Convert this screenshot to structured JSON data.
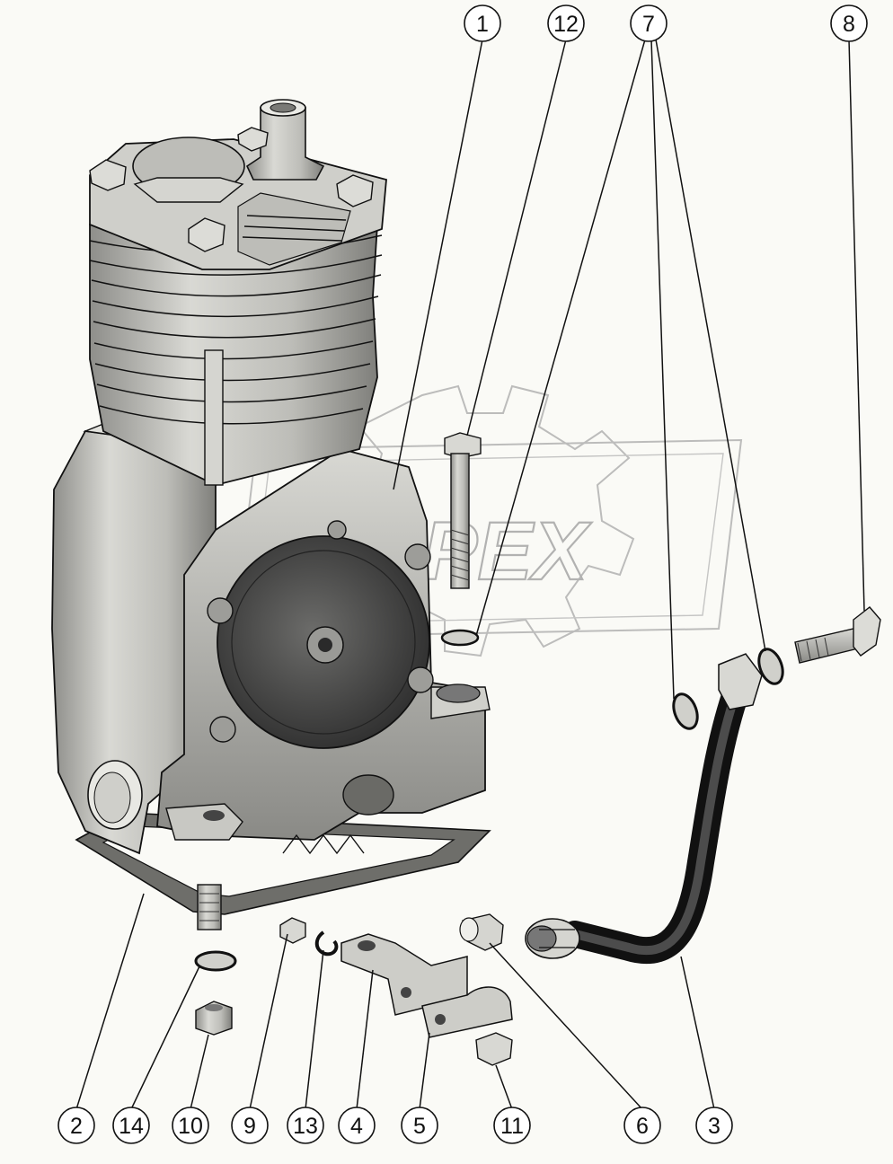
{
  "watermark": {
    "text": "PEX"
  },
  "callouts": [
    {
      "id": "c1",
      "label": "1"
    },
    {
      "id": "c12",
      "label": "12"
    },
    {
      "id": "c7",
      "label": "7"
    },
    {
      "id": "c8",
      "label": "8"
    },
    {
      "id": "c2",
      "label": "2"
    },
    {
      "id": "c14",
      "label": "14"
    },
    {
      "id": "c10",
      "label": "10"
    },
    {
      "id": "c9",
      "label": "9"
    },
    {
      "id": "c13",
      "label": "13"
    },
    {
      "id": "c4",
      "label": "4"
    },
    {
      "id": "c5",
      "label": "5"
    },
    {
      "id": "c11",
      "label": "11"
    },
    {
      "id": "c6",
      "label": "6"
    },
    {
      "id": "c3",
      "label": "3"
    }
  ]
}
